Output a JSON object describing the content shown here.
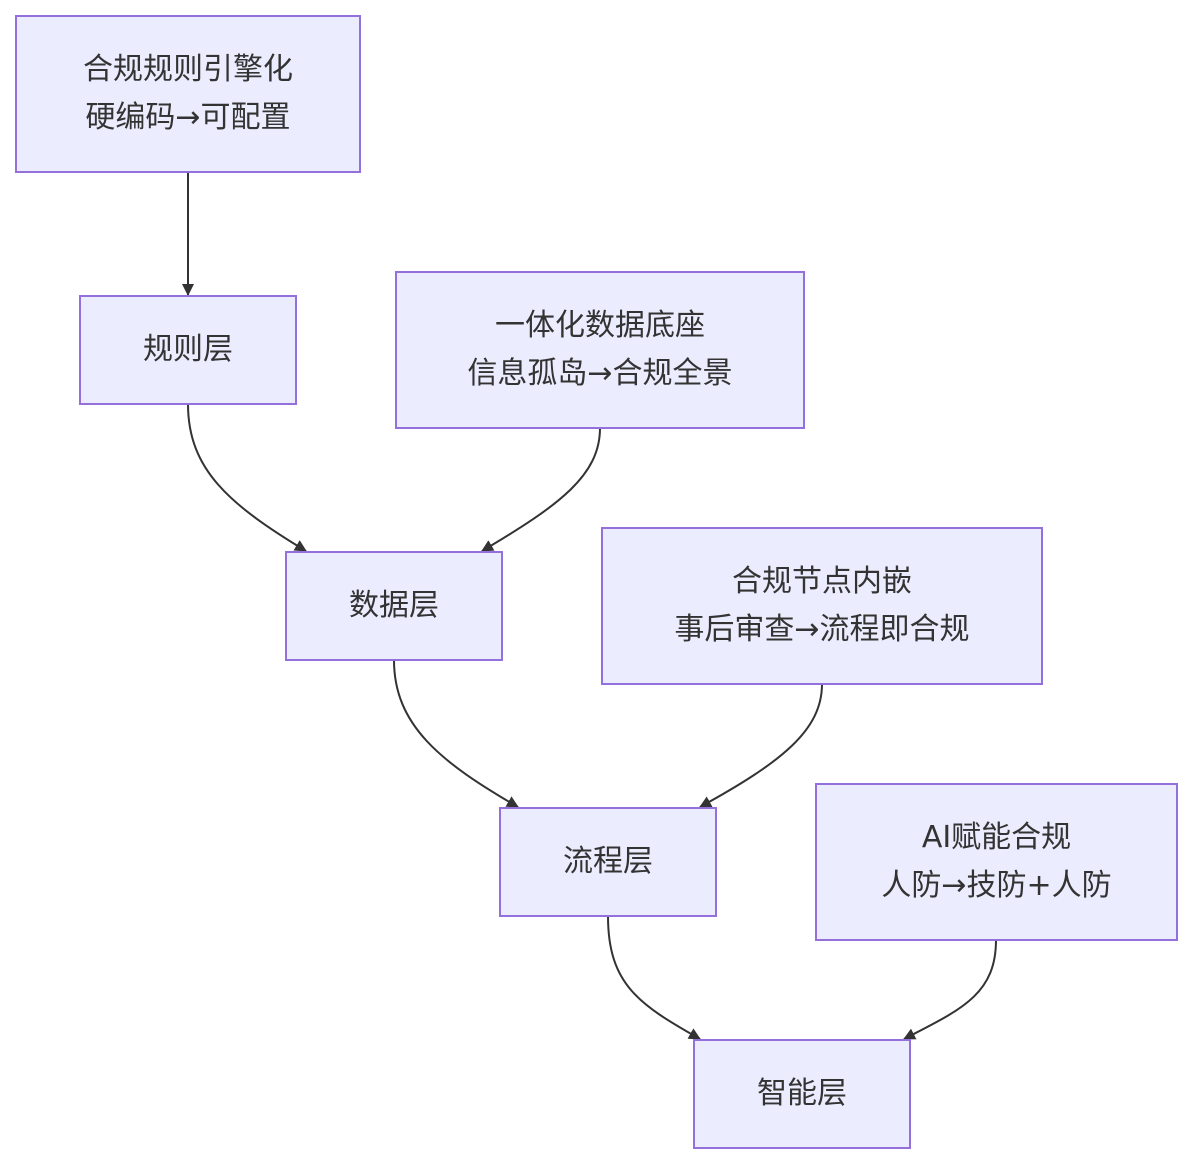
{
  "colors": {
    "node_fill": "#ECECFF",
    "node_border": "#9370DB",
    "text": "#333333",
    "edge": "#333333"
  },
  "nodes": {
    "rule_engine": {
      "line1": "合规规则引擎化",
      "line2": "硬编码→可配置"
    },
    "rule_layer": {
      "label": "规则层"
    },
    "data_base": {
      "line1": "一体化数据底座",
      "line2": "信息孤岛→合规全景"
    },
    "data_layer": {
      "label": "数据层"
    },
    "process_embed": {
      "line1": "合规节点内嵌",
      "line2": "事后审查→流程即合规"
    },
    "process_layer": {
      "label": "流程层"
    },
    "ai_empower": {
      "line1": "AI赋能合规",
      "line2": "人防→技防+人防"
    },
    "intel_layer": {
      "label": "智能层"
    }
  },
  "edges": [
    {
      "from": "rule_engine",
      "to": "rule_layer"
    },
    {
      "from": "rule_layer",
      "to": "data_layer"
    },
    {
      "from": "data_base",
      "to": "data_layer"
    },
    {
      "from": "data_layer",
      "to": "process_layer"
    },
    {
      "from": "process_embed",
      "to": "process_layer"
    },
    {
      "from": "process_layer",
      "to": "intel_layer"
    },
    {
      "from": "ai_empower",
      "to": "intel_layer"
    }
  ]
}
